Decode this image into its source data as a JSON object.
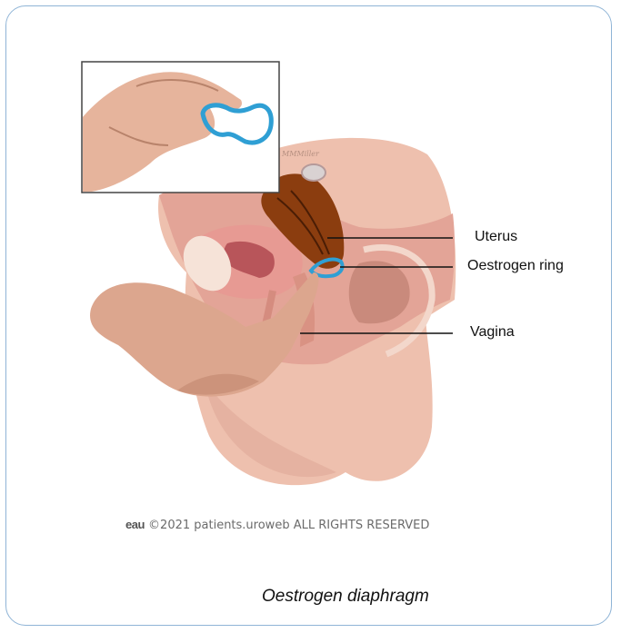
{
  "labels": {
    "uterus": "Uterus",
    "oestrogen_ring": "Oestrogen ring",
    "vagina": "Vagina"
  },
  "credit": {
    "logo_text": "eau",
    "text": "©2021 patients.uroweb ALL RIGHTS RESERVED"
  },
  "caption": "Oestrogen diaphragm",
  "artist_signature": "MMMiller",
  "colors": {
    "border": "#8fb4d6",
    "skin": "#eec0ae",
    "uterus": "#8b3d0f",
    "ring": "#2f9fd4"
  }
}
